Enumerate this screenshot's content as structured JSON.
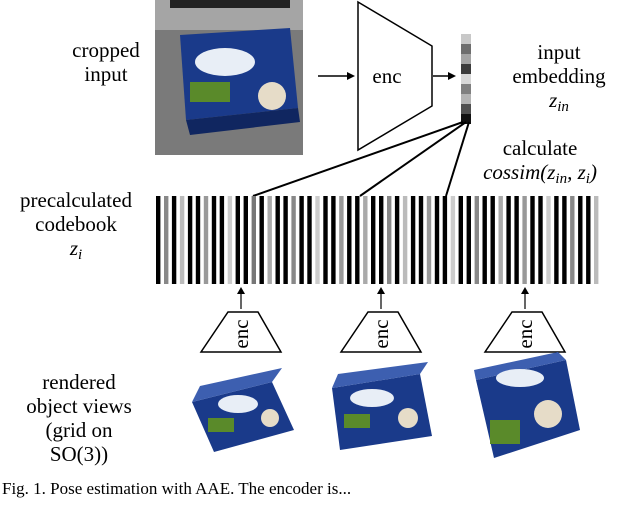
{
  "labels": {
    "cropped_input_line1": "cropped",
    "cropped_input_line2": "input",
    "encoder_main": "enc",
    "input_embedding_line1": "input",
    "input_embedding_line2": "embedding",
    "z_in_base": "z",
    "z_in_sub": "in",
    "calculate": "calculate",
    "cossim_expr": "cossim(z",
    "cossim_sub1": "in",
    "cossim_mid": ", z",
    "cossim_sub2": "i",
    "cossim_end": ")",
    "codebook_line1": "precalculated",
    "codebook_line2": "codebook",
    "z_i_base": "z",
    "z_i_sub": "i",
    "encoder_small": "enc",
    "rendered_line1": "rendered",
    "rendered_line2": "object views",
    "rendered_line3": "(grid on",
    "rendered_line4": "SO(3))"
  },
  "caption": "Fig. 1.   Pose estimation with AAE. The encoder is...",
  "embedding_shades": [
    "#c8c8c8",
    "#6e6e6e",
    "#a4a4a4",
    "#3c3c3c",
    "#d8d8d8",
    "#808080",
    "#b4b4b4",
    "#505050",
    "#111111"
  ],
  "codebook_bars": [
    "#000",
    "#888",
    "#000",
    "#bbb",
    "#000",
    "#000",
    "#999",
    "#000",
    "#000",
    "#ccc",
    "#000",
    "#000",
    "#777",
    "#000",
    "#aaa",
    "#000",
    "#000",
    "#888",
    "#000",
    "#000",
    "#ccc",
    "#000",
    "#000",
    "#999",
    "#000",
    "#000",
    "#aaa",
    "#000",
    "#000",
    "#888",
    "#000",
    "#bbb",
    "#000",
    "#000",
    "#999",
    "#000",
    "#000",
    "#ccc",
    "#000",
    "#000",
    "#888",
    "#000",
    "#000",
    "#aaa",
    "#000",
    "#000",
    "#999",
    "#000",
    "#000",
    "#ccc",
    "#000",
    "#000",
    "#888",
    "#000",
    "#000",
    "#bbb"
  ],
  "colors": {
    "photo_bg": "#7a7a7a",
    "box_blue": "#1a3a8a",
    "box_light": "#e8eef6",
    "box_green": "#5a8a2a"
  }
}
